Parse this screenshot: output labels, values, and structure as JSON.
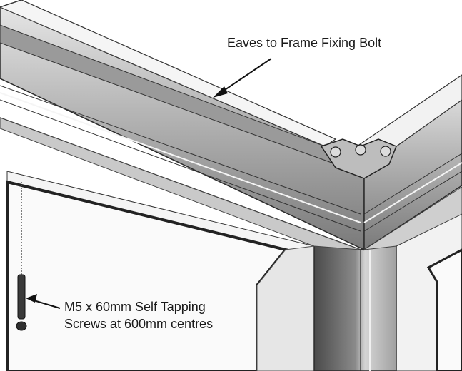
{
  "annotations": {
    "eaves_bolt": "Eaves to Frame Fixing Bolt",
    "screws_line1": "M5 x 60mm Self Tapping",
    "screws_line2": "Screws at 600mm centres"
  },
  "colors": {
    "background": "#ffffff",
    "metal_light": "#d9d9d9",
    "metal_mid": "#a6a6a6",
    "metal_dark": "#6e6e6e",
    "outline": "#2b2b2b",
    "panel": "#f2f2f2"
  }
}
